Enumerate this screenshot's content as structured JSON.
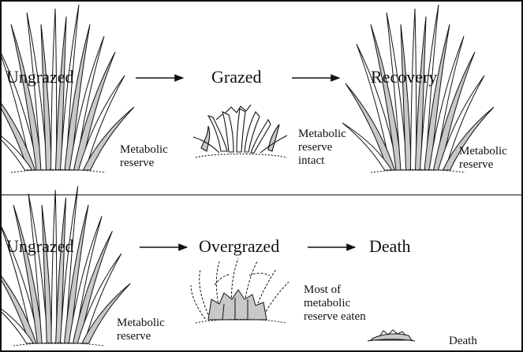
{
  "top_row": {
    "stage_1": "Ungrazed",
    "stage_2": "Grazed",
    "stage_3": "Recovery",
    "note_ungrazed": "Metabolic reserve",
    "note_grazed": "Metabolic reserve intact",
    "note_recovery": "Metabolic reserve"
  },
  "bottom_row": {
    "stage_1": "Ungrazed",
    "stage_2": "Overgrazed",
    "stage_3": "Death",
    "note_ungrazed": "Metabolic reserve",
    "note_overgrazed": "Most of metabolic reserve eaten",
    "note_death": "Death"
  },
  "colors": {
    "reserve_fill": "#c8c8c8",
    "outline": "#111111",
    "background": "#ffffff"
  }
}
